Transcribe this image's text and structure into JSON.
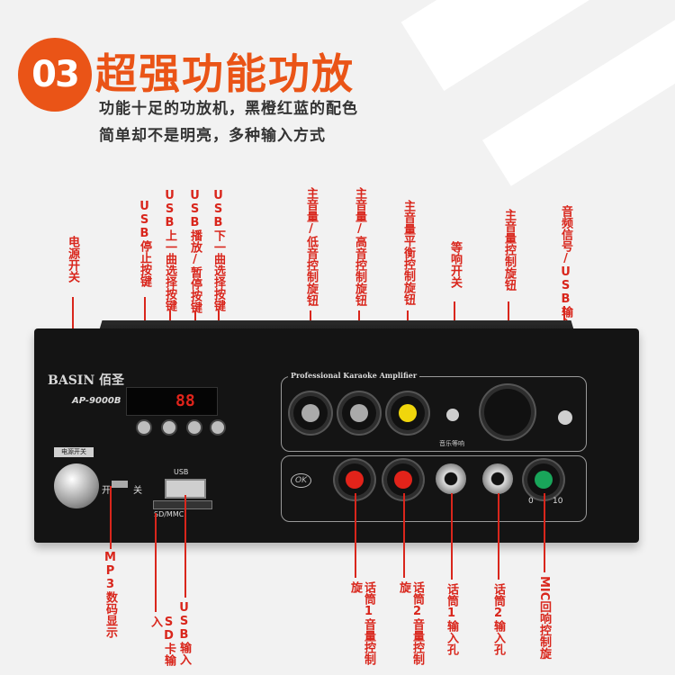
{
  "header": {
    "badge": "03",
    "title": "超强功能功放",
    "subtitle_1": "功能十足的功放机，黑橙红蓝的配色",
    "subtitle_2": "简单却不是明亮，多种输入方式"
  },
  "device": {
    "brand": "BASIN 佰圣",
    "model": "AP-9000B",
    "panel_title": "Professional Karaoke Amplifier",
    "power_label": "电源开关",
    "display_value": "88",
    "usb_label": "USB",
    "sd_label": "SD/MMC",
    "ok_logo": "OK",
    "switch_on": "开",
    "switch_off": "关",
    "scale_min": "0",
    "scale_max": "10",
    "music_eq": "音乐等响"
  },
  "top_callouts": [
    {
      "key": "power",
      "text": "电源开关"
    },
    {
      "key": "usb_pause",
      "text": "USB停止按键"
    },
    {
      "key": "usb_prev",
      "text": "USB上一曲选择按键"
    },
    {
      "key": "usb_play",
      "text": "USB播放/暂停按键"
    },
    {
      "key": "usb_next",
      "text": "USB下一曲选择按键"
    },
    {
      "key": "bass",
      "text": "主音量/低音控制旋钮"
    },
    {
      "key": "treble",
      "text": "主音量/高音控制旋钮"
    },
    {
      "key": "balance",
      "text": "主音量平衡控制旋钮"
    },
    {
      "key": "loudness",
      "text": "等响开关"
    },
    {
      "key": "master",
      "text": "主音量控制旋钮"
    },
    {
      "key": "input_select",
      "text": "音频信号/USB输入选择按键"
    }
  ],
  "bottom_callouts": [
    {
      "key": "mp3",
      "text": "MP3数码显示"
    },
    {
      "key": "sd",
      "text": "SD卡输入"
    },
    {
      "key": "usb_in",
      "text": "USB输入"
    },
    {
      "key": "mic1_vol",
      "text": "话筒1音量控制旋"
    },
    {
      "key": "mic2_vol",
      "text": "话筒2音量控制旋"
    },
    {
      "key": "mic1_in",
      "text": "话筒1输入孔"
    },
    {
      "key": "mic2_in",
      "text": "话筒2输入孔"
    },
    {
      "key": "mic_echo",
      "text": "MIC回响控制旋"
    }
  ],
  "colors": {
    "accent": "#ea5417",
    "callout": "#d9261c",
    "device": "#141414"
  }
}
